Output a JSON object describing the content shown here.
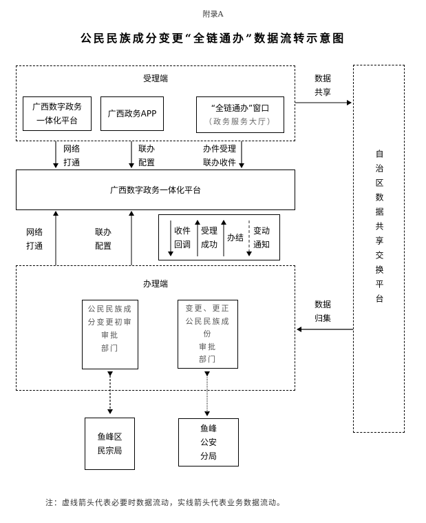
{
  "header": {
    "appendix": "附录A",
    "title": "公民民族成分变更“全链通办”数据流转示意图"
  },
  "acceptance_zone": {
    "label": "受理端",
    "boxes": [
      {
        "lines": [
          "广西数字政务",
          "一体化平台"
        ]
      },
      {
        "lines": [
          "广西政务APP"
        ]
      },
      {
        "lines": [
          "“全链通办”窗口",
          "（政务服务大厅）"
        ]
      }
    ]
  },
  "down_arrows": [
    {
      "lines": [
        "网络",
        "打通"
      ]
    },
    {
      "lines": [
        "联办",
        "配置"
      ]
    },
    {
      "lines": [
        "办件受理",
        "联办收件"
      ]
    }
  ],
  "platform": {
    "label": "广西数字政务一体化平台"
  },
  "up_arrows": [
    {
      "lines": [
        "网络",
        "打通"
      ]
    },
    {
      "lines": [
        "联办",
        "配置"
      ]
    }
  ],
  "status_box": {
    "items": [
      {
        "lines": [
          "收件",
          "回调"
        ],
        "direction": "down",
        "style": "solid"
      },
      {
        "lines": [
          "受理",
          "成功"
        ],
        "direction": "up",
        "style": "solid"
      },
      {
        "lines": [
          "办结"
        ],
        "direction": "up",
        "style": "solid"
      },
      {
        "lines": [
          "变动",
          "通知"
        ],
        "direction": "down",
        "style": "dashed"
      }
    ]
  },
  "processing_zone": {
    "label": "办理端",
    "boxes": [
      {
        "lines": [
          "公民民族成",
          "分变更初审",
          "审批",
          "部门"
        ]
      },
      {
        "lines": [
          "变更、更正",
          "公民民族成",
          "份",
          "审批",
          "部门"
        ]
      }
    ]
  },
  "external_units": [
    {
      "lines": [
        "鱼峰区",
        "民宗局"
      ]
    },
    {
      "lines": [
        "鱼峰",
        "公安",
        "分局"
      ]
    }
  ],
  "exchange_platform": {
    "label": "自治区数据共享交换平台"
  },
  "side_arrows": {
    "share": {
      "lines": [
        "数据",
        "共享"
      ]
    },
    "collect": {
      "lines": [
        "数据",
        "归集"
      ]
    }
  },
  "note": "注：虚线箭头代表必要时数据流动，实线箭头代表业务数据流动。"
}
